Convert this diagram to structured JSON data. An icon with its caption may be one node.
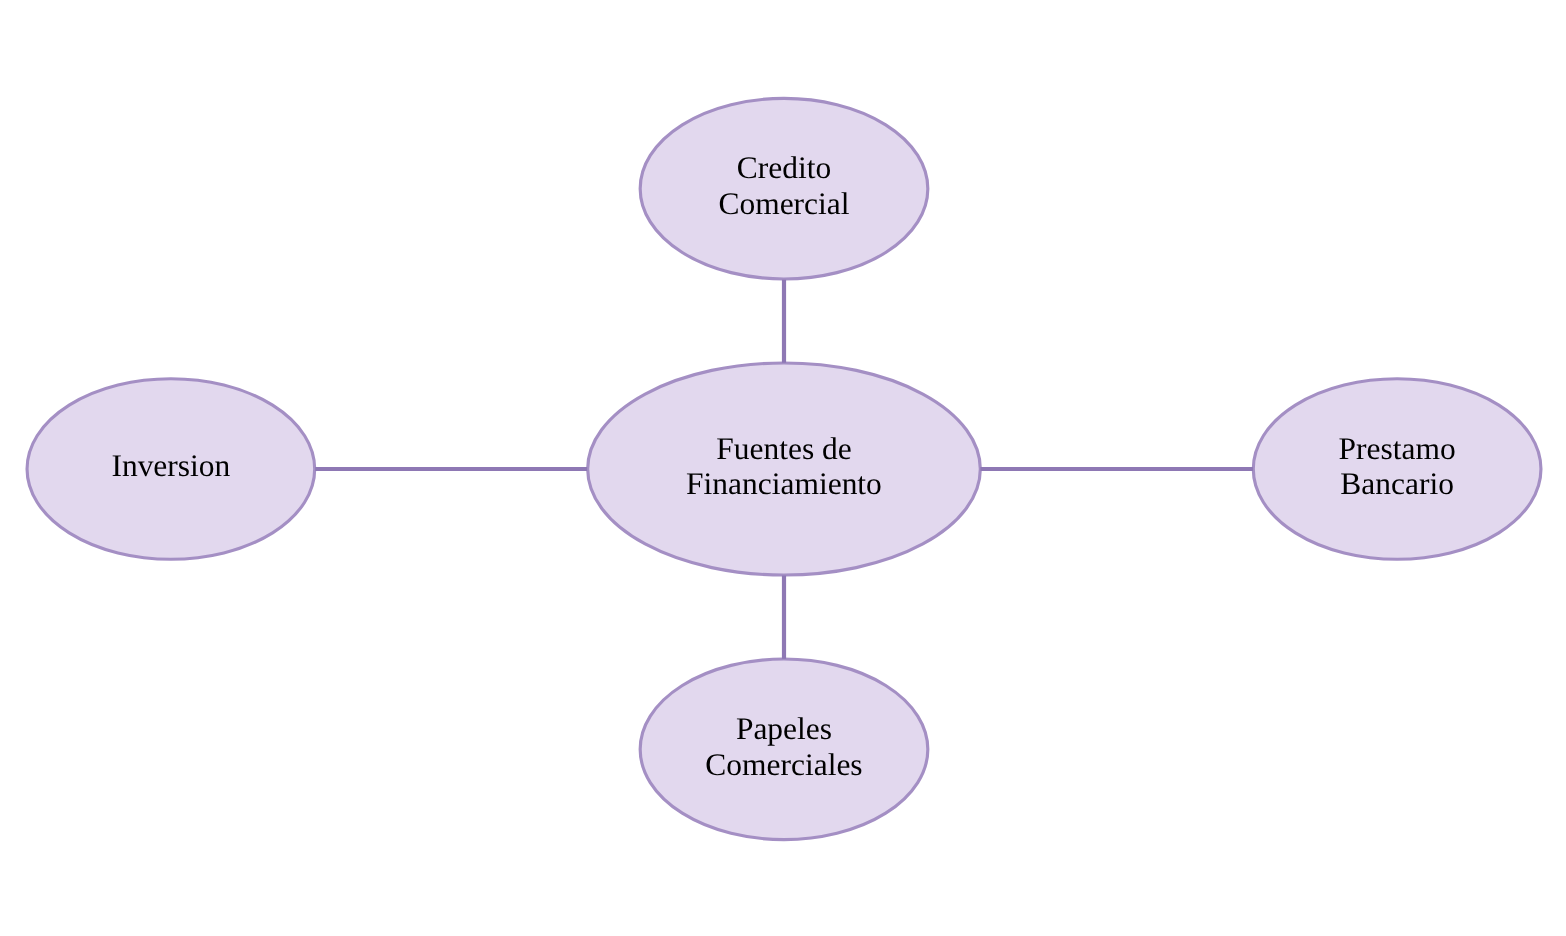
{
  "diagram": {
    "nodes": [
      {
        "text": [
          "Credito Comercial"
        ]
      },
      {
        "text": [
          "Inversion"
        ]
      },
      {
        "text": [
          "Fuentes de Financiamiento"
        ]
      },
      {
        "text": [
          "Prestamo Bancario"
        ]
      },
      {
        "text": [
          "Papeles Comerciales"
        ]
      }
    ],
    "edges": [
      {
        "from": 0,
        "to": 2,
        "arrow": "none"
      },
      {
        "from": 1,
        "to": 2,
        "arrow": "none"
      },
      {
        "from": 2,
        "to": 3,
        "arrow": "none"
      },
      {
        "from": 2,
        "to": 4,
        "arrow": "none"
      }
    ]
  }
}
